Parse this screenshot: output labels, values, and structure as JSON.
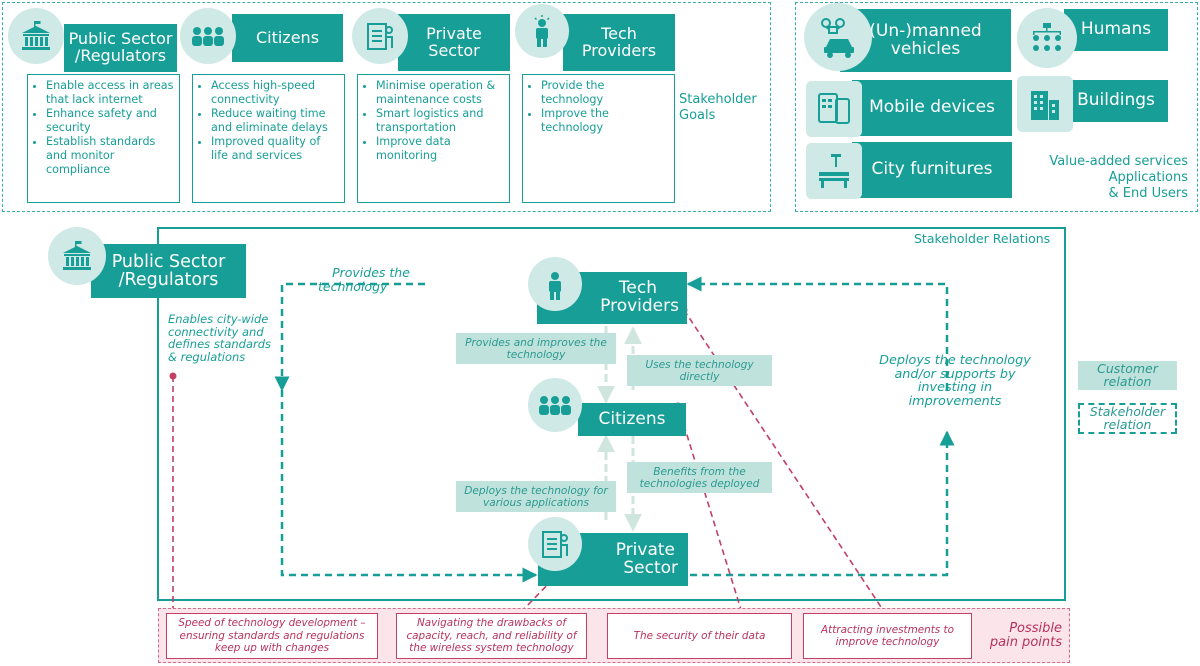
{
  "stakeholder_goals": {
    "caption": "Stakeholder Goals",
    "stakeholders": [
      {
        "title_line1": "Public Sector",
        "title_line2": "/Regulators",
        "icon": "government-building-icon",
        "goals": [
          "Enable access in areas that lack internet",
          "Enhance safety and security",
          "Establish standards and monitor compliance"
        ]
      },
      {
        "title_line1": "Citizens",
        "title_line2": "",
        "icon": "people-group-icon",
        "goals": [
          "Access high-speed connectivity",
          "Reduce waiting time and eliminate delays",
          "Improved quality of life and services"
        ]
      },
      {
        "title_line1": "Private",
        "title_line2": "Sector",
        "icon": "business-document-icon",
        "goals": [
          "Minimise operation & maintenance costs",
          "Smart logistics and transportation",
          "Improve data monitoring"
        ]
      },
      {
        "title_line1": "Tech",
        "title_line2": "Providers",
        "icon": "tech-person-icon",
        "goals": [
          "Provide the technology",
          "Improve the technology"
        ]
      }
    ]
  },
  "value_added": {
    "caption_lines": [
      "Value-added services",
      "Applications",
      "& End Users"
    ],
    "items": [
      {
        "label_line1": "(Un-)manned",
        "label_line2": "vehicles",
        "icon": "drone-car-icon"
      },
      {
        "label_line1": "Humans",
        "label_line2": "",
        "icon": "org-chart-icon"
      },
      {
        "label_line1": "Mobile devices",
        "label_line2": "",
        "icon": "mobile-devices-icon"
      },
      {
        "label_line1": "Buildings",
        "label_line2": "",
        "icon": "buildings-icon"
      },
      {
        "label_line1": "City furnitures",
        "label_line2": "",
        "icon": "bench-streetlight-icon"
      }
    ]
  },
  "relations": {
    "caption": "Stakeholder Relations",
    "public_sector": {
      "line1": "Public Sector",
      "line2": "/Regulators"
    },
    "tech_providers": {
      "line1": "Tech",
      "line2": "Providers"
    },
    "citizens": "Citizens",
    "private_sector": {
      "line1": "Private",
      "line2": "Sector"
    },
    "edges": {
      "provides_tech": {
        "line1": "Provides the",
        "line2": "technology"
      },
      "enables": [
        "Enables city-wide",
        "connectivity and",
        "defines standards",
        "& regulations"
      ],
      "provides_improves": [
        "Provides and improves the",
        "technology"
      ],
      "uses_directly": [
        "Uses the technology",
        "directly"
      ],
      "deploys_supports": [
        "Deploys the technology",
        "and/or supports by",
        "investing in",
        "improvements"
      ],
      "deploys_various": [
        "Deploys the technology for",
        "various applications"
      ],
      "benefits": [
        "Benefits from the",
        "technologies deployed"
      ]
    }
  },
  "legend": {
    "customer": [
      "Customer",
      "relation"
    ],
    "stakeholder": [
      "Stakeholder",
      "relation"
    ]
  },
  "pain_points": {
    "caption": [
      "Possible",
      "pain points"
    ],
    "items": [
      [
        "Speed of technology development –",
        "ensuring standards and regulations",
        "keep up with changes"
      ],
      [
        "Navigating the drawbacks of",
        "capacity, reach, and reliability of",
        "the wireless system technology"
      ],
      [
        "The security of their data"
      ],
      [
        "Attracting investments to",
        "improve technology"
      ]
    ]
  },
  "colors": {
    "teal": "#179e97",
    "light_teal": "#cfe9e6",
    "pain": "#c04066",
    "pain_bg": "#fbe4ea"
  }
}
